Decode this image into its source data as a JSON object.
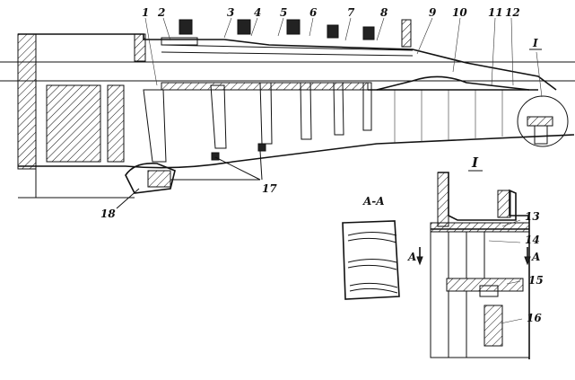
{
  "labels": {
    "l1": "1",
    "l2": "2",
    "l3": "3",
    "l4": "4",
    "l5": "5",
    "l6": "6",
    "l7": "7",
    "l8": "8",
    "l9": "9",
    "l10": "10",
    "l11": "11",
    "l12": "12",
    "l13": "13",
    "l14": "14",
    "l15": "15",
    "l16": "16",
    "l17": "17",
    "l18": "18"
  },
  "detail_mark": "I",
  "detail_mark_view": "I",
  "section_title": "A-A",
  "section_arrow_left": "A",
  "section_arrow_right": "A"
}
